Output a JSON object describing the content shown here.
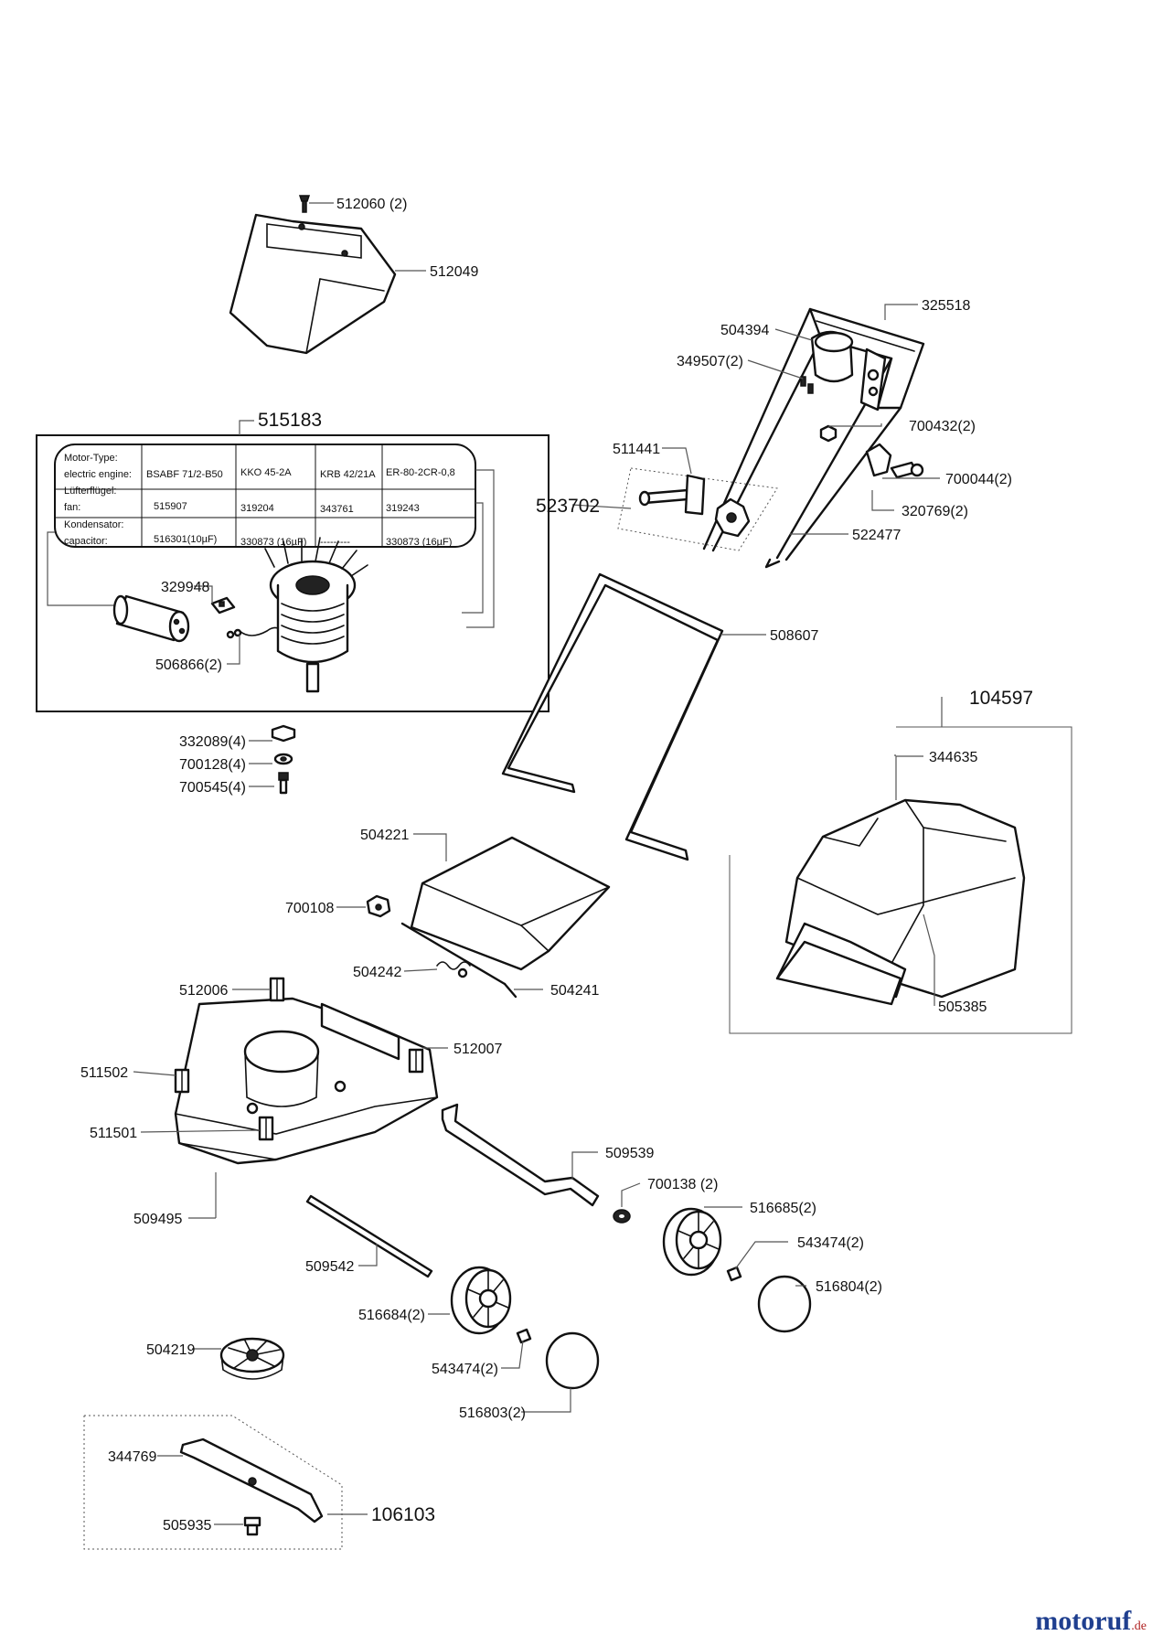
{
  "parts": [
    {
      "id": "p512060",
      "label": "512060 (2)"
    },
    {
      "id": "p512049",
      "label": "512049"
    },
    {
      "id": "p515183",
      "label": "515183"
    },
    {
      "id": "p325518",
      "label": "325518"
    },
    {
      "id": "p504394",
      "label": "504394"
    },
    {
      "id": "p349507",
      "label": "349507(2)"
    },
    {
      "id": "p700432",
      "label": "700432(2)"
    },
    {
      "id": "p511441",
      "label": "511441"
    },
    {
      "id": "p700044",
      "label": "700044(2)"
    },
    {
      "id": "p523702",
      "label": "523702"
    },
    {
      "id": "p320769",
      "label": "320769(2)"
    },
    {
      "id": "p522477",
      "label": "522477"
    },
    {
      "id": "p329948",
      "label": "329948"
    },
    {
      "id": "p506866",
      "label": "506866(2)"
    },
    {
      "id": "p508607",
      "label": "508607"
    },
    {
      "id": "p104597",
      "label": "104597"
    },
    {
      "id": "p332089",
      "label": "332089(4)"
    },
    {
      "id": "p700128",
      "label": "700128(4)"
    },
    {
      "id": "p700545",
      "label": "700545(4)"
    },
    {
      "id": "p344635",
      "label": "344635"
    },
    {
      "id": "p504221",
      "label": "504221"
    },
    {
      "id": "p700108",
      "label": "700108"
    },
    {
      "id": "p504242",
      "label": "504242"
    },
    {
      "id": "p504241",
      "label": "504241"
    },
    {
      "id": "p512006",
      "label": "512006"
    },
    {
      "id": "p505385",
      "label": "505385"
    },
    {
      "id": "p512007",
      "label": "512007"
    },
    {
      "id": "p511502",
      "label": "511502"
    },
    {
      "id": "p511501",
      "label": "511501"
    },
    {
      "id": "p509539",
      "label": "509539"
    },
    {
      "id": "p700138",
      "label": "700138 (2)"
    },
    {
      "id": "p516685",
      "label": "516685(2)"
    },
    {
      "id": "p509495",
      "label": "509495"
    },
    {
      "id": "p543474a",
      "label": "543474(2)"
    },
    {
      "id": "p509542",
      "label": "509542"
    },
    {
      "id": "p516804",
      "label": "516804(2)"
    },
    {
      "id": "p516684",
      "label": "516684(2)"
    },
    {
      "id": "p504219",
      "label": "504219"
    },
    {
      "id": "p543474b",
      "label": "543474(2)"
    },
    {
      "id": "p516803",
      "label": "516803(2)"
    },
    {
      "id": "p344769",
      "label": "344769"
    },
    {
      "id": "p106103",
      "label": "106103"
    },
    {
      "id": "p505935",
      "label": "505935"
    }
  ],
  "motor_table": {
    "rows": [
      {
        "label1": "Motor-Type:",
        "label2": "electric engine:",
        "cells": [
          "BSABF 71/2-B50",
          "KKO 45-2A",
          "KRB 42/21A",
          "ER-80-2CR-0,8"
        ]
      },
      {
        "label1": "Lüfterflügel:",
        "label2": "fan:",
        "cells": [
          "515907",
          "319204",
          "343761",
          "319243"
        ]
      },
      {
        "label1": "Kondensator:",
        "label2": "capacitor:",
        "cells": [
          "516301(10µF)",
          "330873 (16µF)",
          "---------",
          "330873 (16µF)"
        ]
      }
    ]
  },
  "watermark": {
    "brand": "motoruf",
    "tld": ".de"
  }
}
